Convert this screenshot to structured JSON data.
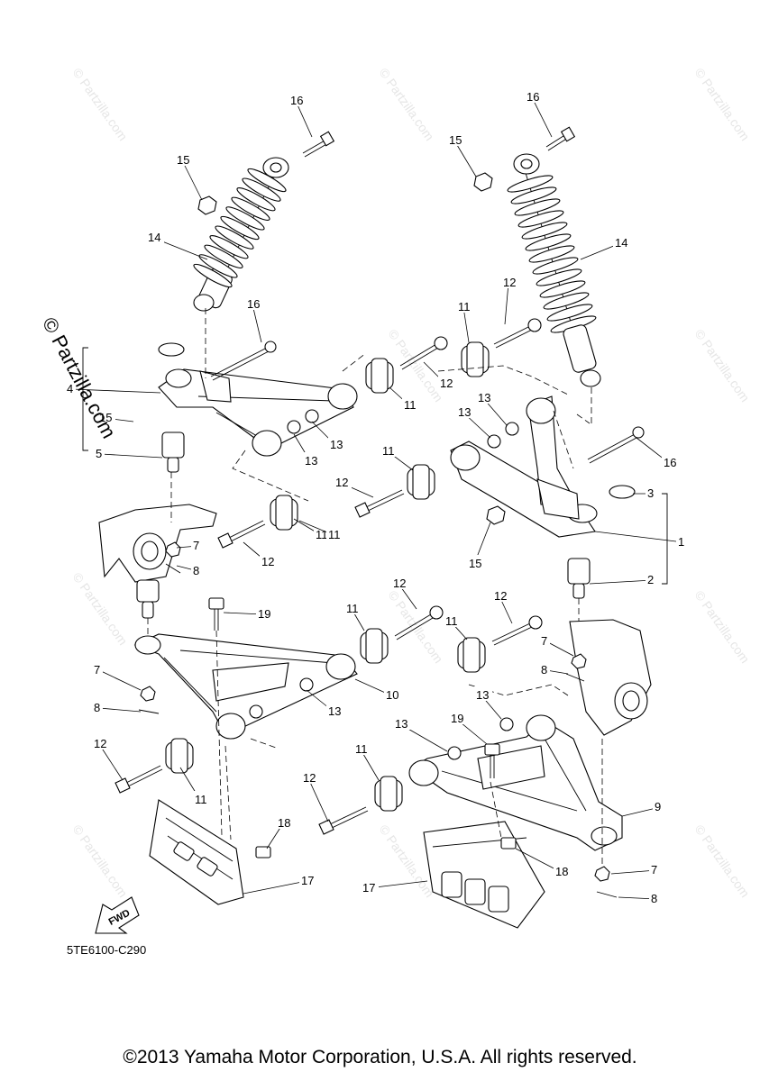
{
  "diagram": {
    "code": "5TE6100-C290",
    "copyright": "©2013 Yamaha Motor Corporation, U.S.A. All rights reserved.",
    "watermark": "© Partzilla.com",
    "fwd_label": "FWD",
    "callouts": [
      {
        "id": "c16a",
        "text": "16"
      },
      {
        "id": "c15a",
        "text": "15"
      },
      {
        "id": "c14a",
        "text": "14"
      },
      {
        "id": "c16b",
        "text": "16"
      },
      {
        "id": "c4",
        "text": "4"
      },
      {
        "id": "c15b",
        "text": "15"
      },
      {
        "id": "c5",
        "text": "5"
      },
      {
        "id": "c13a",
        "text": "13"
      },
      {
        "id": "c13b",
        "text": "13"
      },
      {
        "id": "c11a",
        "text": "11"
      },
      {
        "id": "c12a",
        "text": "12"
      },
      {
        "id": "c11b",
        "text": "11"
      },
      {
        "id": "c12b",
        "text": "12"
      },
      {
        "id": "c11c",
        "text": "11"
      },
      {
        "id": "c12c",
        "text": "12"
      },
      {
        "id": "c13c",
        "text": "13"
      },
      {
        "id": "c13d",
        "text": "13"
      },
      {
        "id": "c16c",
        "text": "16"
      },
      {
        "id": "c15c",
        "text": "15"
      },
      {
        "id": "c14b",
        "text": "14"
      },
      {
        "id": "c16d",
        "text": "16"
      },
      {
        "id": "c11d",
        "text": "11"
      },
      {
        "id": "c12d",
        "text": "12"
      },
      {
        "id": "c3",
        "text": "3"
      },
      {
        "id": "c1",
        "text": "1"
      },
      {
        "id": "c2",
        "text": "2"
      },
      {
        "id": "c11e",
        "text": "11"
      },
      {
        "id": "c12e",
        "text": "12"
      },
      {
        "id": "c15d",
        "text": "15"
      },
      {
        "id": "c7a",
        "text": "7"
      },
      {
        "id": "c8a",
        "text": "8"
      },
      {
        "id": "c19a",
        "text": "19"
      },
      {
        "id": "c11f",
        "text": "11"
      },
      {
        "id": "c12f",
        "text": "12"
      },
      {
        "id": "c11g",
        "text": "11"
      },
      {
        "id": "c12g",
        "text": "12"
      },
      {
        "id": "c7b",
        "text": "7"
      },
      {
        "id": "c8b",
        "text": "8"
      },
      {
        "id": "c10",
        "text": "10"
      },
      {
        "id": "c13e",
        "text": "13"
      },
      {
        "id": "c7c",
        "text": "7"
      },
      {
        "id": "c8c",
        "text": "8"
      },
      {
        "id": "c13f",
        "text": "13"
      },
      {
        "id": "c12h",
        "text": "12"
      },
      {
        "id": "c11h",
        "text": "11"
      },
      {
        "id": "c13g",
        "text": "13"
      },
      {
        "id": "c19b",
        "text": "19"
      },
      {
        "id": "c11i",
        "text": "11"
      },
      {
        "id": "c12i",
        "text": "12"
      },
      {
        "id": "c9",
        "text": "9"
      },
      {
        "id": "c18a",
        "text": "18"
      },
      {
        "id": "c17a",
        "text": "17"
      },
      {
        "id": "c18b",
        "text": "18"
      },
      {
        "id": "c17b",
        "text": "17"
      },
      {
        "id": "c7d",
        "text": "7"
      },
      {
        "id": "c8d",
        "text": "8"
      }
    ]
  }
}
